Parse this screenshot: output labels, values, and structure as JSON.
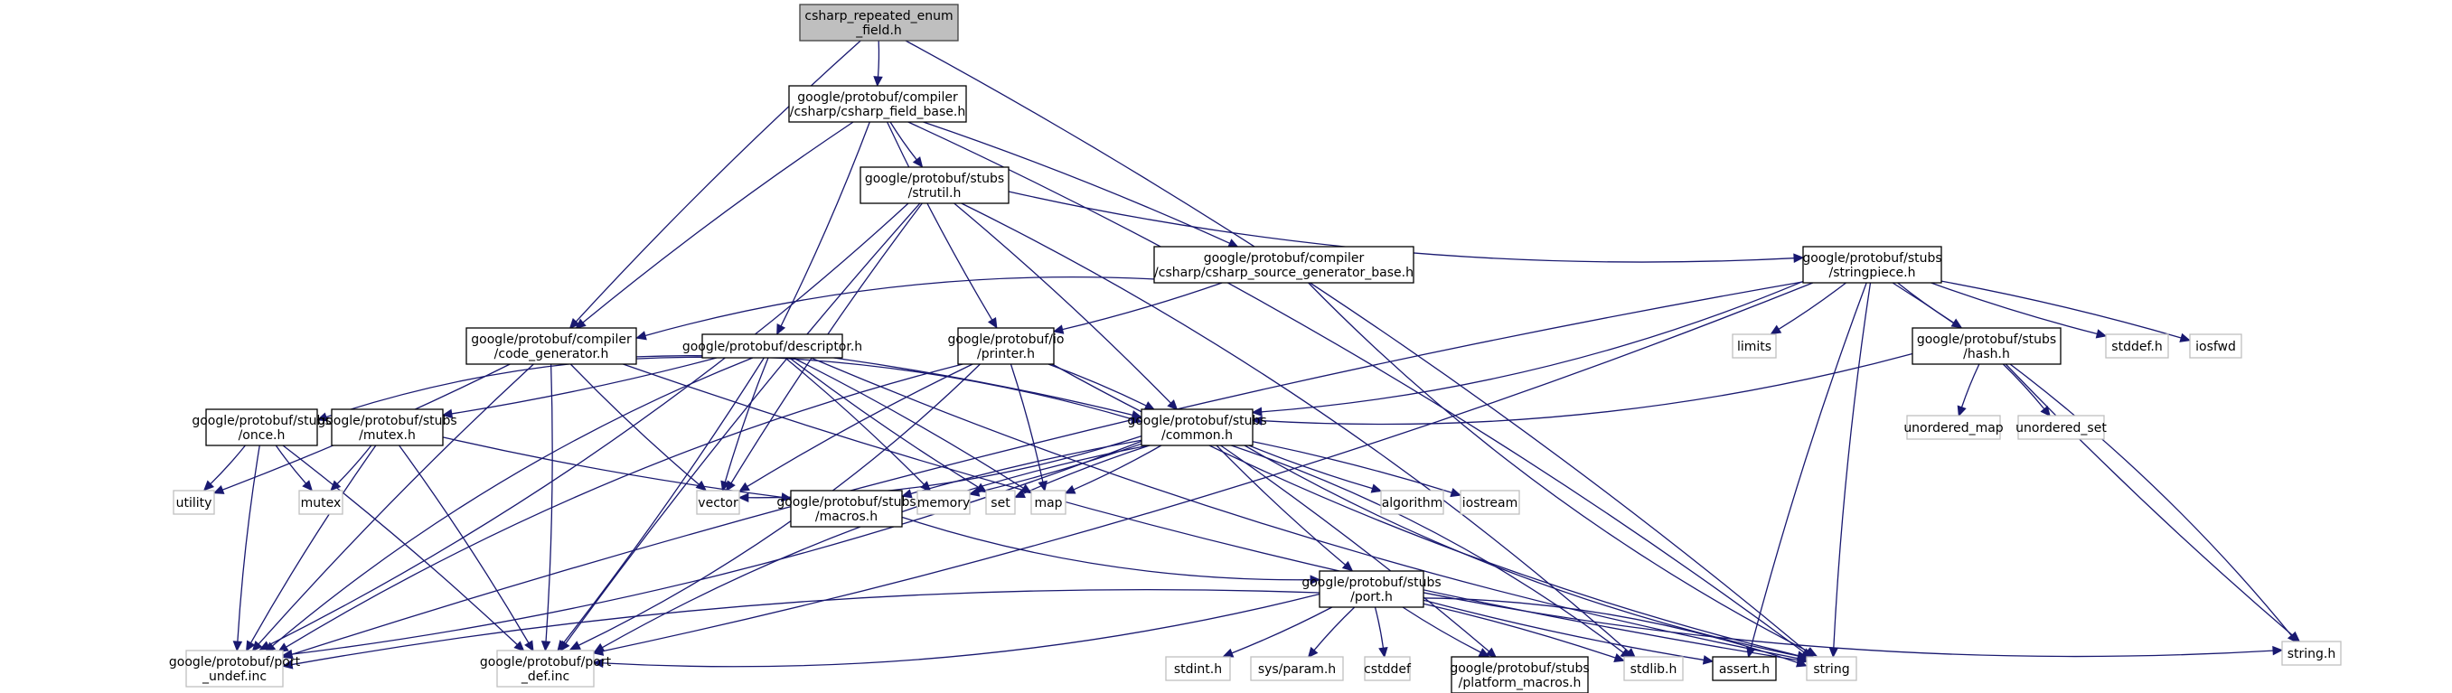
{
  "title": "csharp_repeated_enum_field.h include dependency graph",
  "colors": {
    "edge": "#191970",
    "root_fill": "#bfbfbf",
    "project_border": "#000000",
    "system_border": "#bfbfbf"
  },
  "nodes": [
    {
      "id": "root",
      "lines": [
        "csharp_repeated_enum",
        "_field.h"
      ],
      "kind": "root"
    },
    {
      "id": "field_base",
      "lines": [
        "google/protobuf/compiler",
        "/csharp/csharp_field_base.h"
      ],
      "kind": "project"
    },
    {
      "id": "strutil",
      "lines": [
        "google/protobuf/stubs",
        "/strutil.h"
      ],
      "kind": "project"
    },
    {
      "id": "src_gen_base",
      "lines": [
        "google/protobuf/compiler",
        "/csharp/csharp_source_generator_base.h"
      ],
      "kind": "project"
    },
    {
      "id": "stringpiece",
      "lines": [
        "google/protobuf/stubs",
        "/stringpiece.h"
      ],
      "kind": "project"
    },
    {
      "id": "code_generator",
      "lines": [
        "google/protobuf/compiler",
        "/code_generator.h"
      ],
      "kind": "project"
    },
    {
      "id": "descriptor",
      "lines": [
        "google/protobuf/descriptor.h"
      ],
      "kind": "project"
    },
    {
      "id": "printer",
      "lines": [
        "google/protobuf/io",
        "/printer.h"
      ],
      "kind": "project"
    },
    {
      "id": "hash",
      "lines": [
        "google/protobuf/stubs",
        "/hash.h"
      ],
      "kind": "project"
    },
    {
      "id": "limits",
      "lines": [
        "limits"
      ],
      "kind": "system"
    },
    {
      "id": "stddef",
      "lines": [
        "stddef.h"
      ],
      "kind": "system"
    },
    {
      "id": "iosfwd",
      "lines": [
        "iosfwd"
      ],
      "kind": "system"
    },
    {
      "id": "once",
      "lines": [
        "google/protobuf/stubs",
        "/once.h"
      ],
      "kind": "project"
    },
    {
      "id": "mutex_h",
      "lines": [
        "google/protobuf/stubs",
        "/mutex.h"
      ],
      "kind": "project"
    },
    {
      "id": "common",
      "lines": [
        "google/protobuf/stubs",
        "/common.h"
      ],
      "kind": "project"
    },
    {
      "id": "unordered_map",
      "lines": [
        "unordered_map"
      ],
      "kind": "system"
    },
    {
      "id": "unordered_set",
      "lines": [
        "unordered_set"
      ],
      "kind": "system"
    },
    {
      "id": "utility",
      "lines": [
        "utility"
      ],
      "kind": "system"
    },
    {
      "id": "mutex",
      "lines": [
        "mutex"
      ],
      "kind": "system"
    },
    {
      "id": "vector",
      "lines": [
        "vector"
      ],
      "kind": "system"
    },
    {
      "id": "macros",
      "lines": [
        "google/protobuf/stubs",
        "/macros.h"
      ],
      "kind": "project"
    },
    {
      "id": "memory",
      "lines": [
        "memory"
      ],
      "kind": "system"
    },
    {
      "id": "set",
      "lines": [
        "set"
      ],
      "kind": "system"
    },
    {
      "id": "map",
      "lines": [
        "map"
      ],
      "kind": "system"
    },
    {
      "id": "algorithm",
      "lines": [
        "algorithm"
      ],
      "kind": "system"
    },
    {
      "id": "iostream",
      "lines": [
        "iostream"
      ],
      "kind": "system"
    },
    {
      "id": "port",
      "lines": [
        "google/protobuf/stubs",
        "/port.h"
      ],
      "kind": "project"
    },
    {
      "id": "port_undef",
      "lines": [
        "google/protobuf/port",
        "_undef.inc"
      ],
      "kind": "system"
    },
    {
      "id": "port_def",
      "lines": [
        "google/protobuf/port",
        "_def.inc"
      ],
      "kind": "system"
    },
    {
      "id": "stdint",
      "lines": [
        "stdint.h"
      ],
      "kind": "system"
    },
    {
      "id": "sys_param",
      "lines": [
        "sys/param.h"
      ],
      "kind": "system"
    },
    {
      "id": "cstddef",
      "lines": [
        "cstddef"
      ],
      "kind": "system"
    },
    {
      "id": "platform_macros",
      "lines": [
        "google/protobuf/stubs",
        "/platform_macros.h"
      ],
      "kind": "project"
    },
    {
      "id": "stdlib",
      "lines": [
        "stdlib.h"
      ],
      "kind": "system"
    },
    {
      "id": "assert",
      "lines": [
        "assert.h"
      ],
      "kind": "project"
    },
    {
      "id": "string",
      "lines": [
        "string"
      ],
      "kind": "system"
    },
    {
      "id": "string_h",
      "lines": [
        "string.h"
      ],
      "kind": "system"
    }
  ],
  "edges": [
    [
      "root",
      "field_base"
    ],
    [
      "root",
      "code_generator"
    ],
    [
      "root",
      "string"
    ],
    [
      "field_base",
      "strutil"
    ],
    [
      "field_base",
      "src_gen_base"
    ],
    [
      "field_base",
      "code_generator"
    ],
    [
      "field_base",
      "descriptor"
    ],
    [
      "field_base",
      "printer"
    ],
    [
      "field_base",
      "string"
    ],
    [
      "strutil",
      "stringpiece"
    ],
    [
      "strutil",
      "common"
    ],
    [
      "strutil",
      "vector"
    ],
    [
      "strutil",
      "stdlib"
    ],
    [
      "strutil",
      "port_def"
    ],
    [
      "strutil",
      "port_undef"
    ],
    [
      "src_gen_base",
      "code_generator"
    ],
    [
      "src_gen_base",
      "printer"
    ],
    [
      "src_gen_base",
      "string"
    ],
    [
      "stringpiece",
      "common"
    ],
    [
      "stringpiece",
      "hash"
    ],
    [
      "stringpiece",
      "limits"
    ],
    [
      "stringpiece",
      "stddef"
    ],
    [
      "stringpiece",
      "iosfwd"
    ],
    [
      "stringpiece",
      "string"
    ],
    [
      "stringpiece",
      "string_h"
    ],
    [
      "stringpiece",
      "assert"
    ],
    [
      "stringpiece",
      "port_def"
    ],
    [
      "stringpiece",
      "port_undef"
    ],
    [
      "code_generator",
      "common"
    ],
    [
      "code_generator",
      "vector"
    ],
    [
      "code_generator",
      "utility"
    ],
    [
      "code_generator",
      "string"
    ],
    [
      "code_generator",
      "port_def"
    ],
    [
      "code_generator",
      "port_undef"
    ],
    [
      "descriptor",
      "common"
    ],
    [
      "descriptor",
      "once"
    ],
    [
      "descriptor",
      "mutex_h"
    ],
    [
      "descriptor",
      "vector"
    ],
    [
      "descriptor",
      "memory"
    ],
    [
      "descriptor",
      "set"
    ],
    [
      "descriptor",
      "map"
    ],
    [
      "descriptor",
      "string"
    ],
    [
      "descriptor",
      "port_def"
    ],
    [
      "descriptor",
      "port_undef"
    ],
    [
      "printer",
      "common"
    ],
    [
      "printer",
      "vector"
    ],
    [
      "printer",
      "map"
    ],
    [
      "printer",
      "string"
    ],
    [
      "printer",
      "port_def"
    ],
    [
      "printer",
      "port_undef"
    ],
    [
      "hash",
      "common"
    ],
    [
      "hash",
      "unordered_map"
    ],
    [
      "hash",
      "unordered_set"
    ],
    [
      "hash",
      "string_h"
    ],
    [
      "once",
      "utility"
    ],
    [
      "once",
      "mutex"
    ],
    [
      "once",
      "port_def"
    ],
    [
      "once",
      "port_undef"
    ],
    [
      "mutex_h",
      "mutex"
    ],
    [
      "mutex_h",
      "macros"
    ],
    [
      "mutex_h",
      "port_def"
    ],
    [
      "mutex_h",
      "port_undef"
    ],
    [
      "common",
      "vector"
    ],
    [
      "common",
      "macros"
    ],
    [
      "common",
      "memory"
    ],
    [
      "common",
      "set"
    ],
    [
      "common",
      "map"
    ],
    [
      "common",
      "algorithm"
    ],
    [
      "common",
      "iostream"
    ],
    [
      "common",
      "port"
    ],
    [
      "common",
      "platform_macros"
    ],
    [
      "common",
      "string"
    ],
    [
      "common",
      "stdlib"
    ],
    [
      "common",
      "port_def"
    ],
    [
      "common",
      "port_undef"
    ],
    [
      "macros",
      "port"
    ],
    [
      "port",
      "stdint"
    ],
    [
      "port",
      "sys_param"
    ],
    [
      "port",
      "cstddef"
    ],
    [
      "port",
      "platform_macros"
    ],
    [
      "port",
      "stdlib"
    ],
    [
      "port",
      "assert"
    ],
    [
      "port",
      "string"
    ],
    [
      "port",
      "string_h"
    ],
    [
      "port",
      "port_def"
    ],
    [
      "port",
      "port_undef"
    ]
  ]
}
